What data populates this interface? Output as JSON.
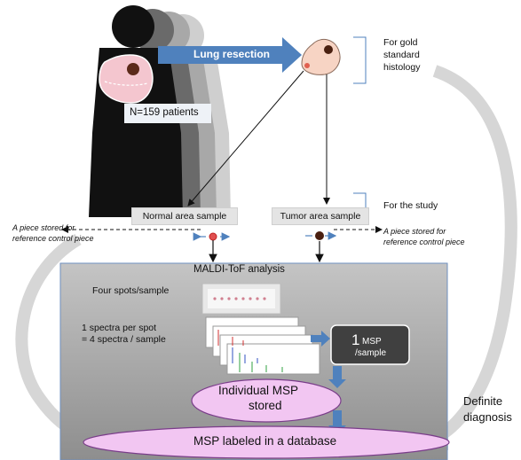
{
  "labels": {
    "lung_resection": "Lung resection",
    "patients": "N=159  patients",
    "gold_standard": [
      "For gold",
      "standard",
      "histology"
    ],
    "for_study": "For the study",
    "normal_sample": "Normal area sample",
    "tumor_sample": "Tumor area sample",
    "piece_stored_left": [
      "A piece stored for",
      "reference control piece"
    ],
    "piece_stored_right": [
      "A piece stored for",
      "reference control piece"
    ],
    "maldi": "MALDI-ToF analysis",
    "four_spots": "Four spots/sample",
    "spectra_line1": "1 spectra per spot",
    "spectra_line2": " = 4 spectra / sample",
    "msp_big": "1",
    "msp_small": "MSP",
    "msp_sample": "/sample",
    "individual_msp": [
      "Individual MSP",
      "stored"
    ],
    "msp_database": "MSP labeled in a database",
    "definite": [
      "Definite",
      "diagnosis"
    ]
  },
  "colors": {
    "blue_arrow": "#4f81bd",
    "ellipse_fill": "#f2c6f2",
    "ellipse_stroke": "#7a3d8a",
    "gray_box": "#a9a9a9",
    "msp_box": "#404040"
  }
}
